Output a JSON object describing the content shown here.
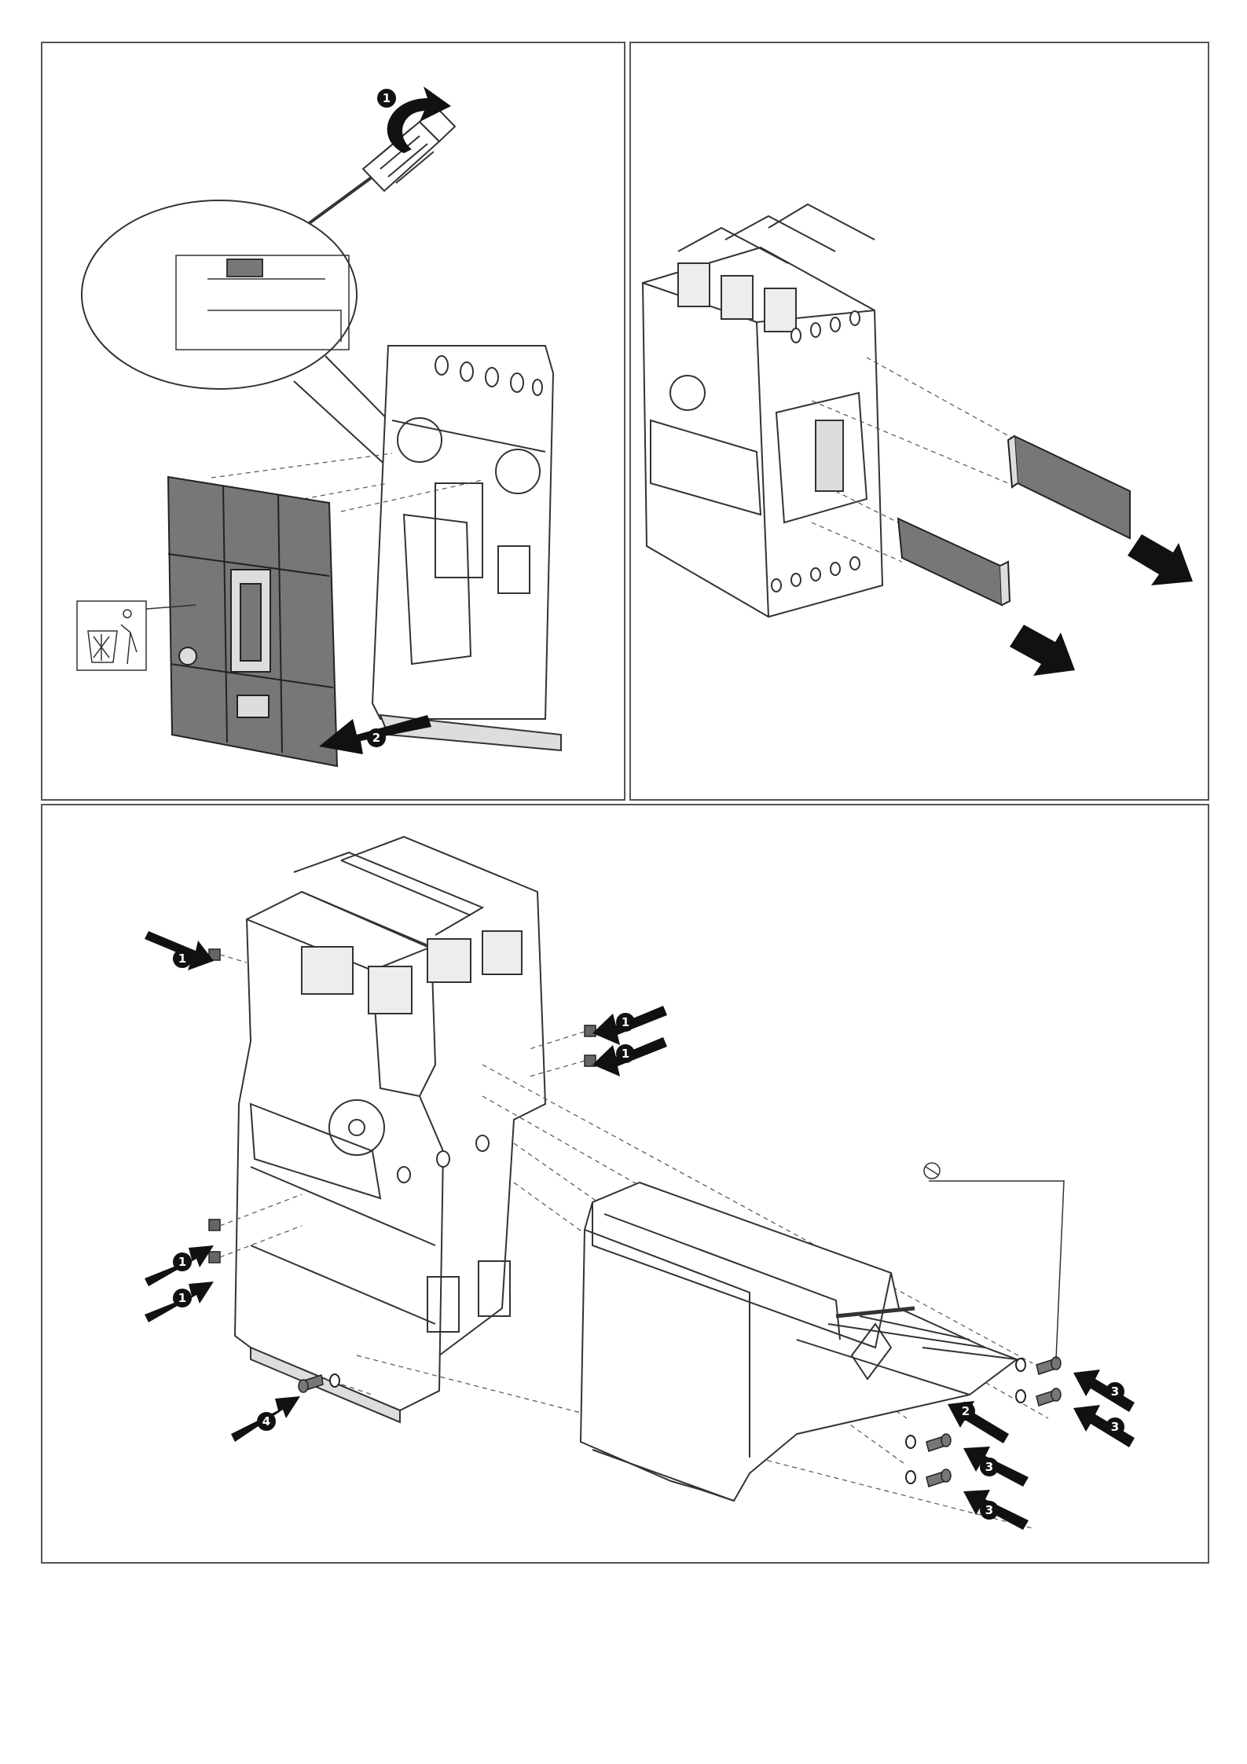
{
  "panels": [
    {
      "id": "remove-front-cover",
      "steps": [
        {
          "number": "1",
          "action": "unscrew"
        },
        {
          "number": "2",
          "action": "pull-off-cover"
        }
      ],
      "icons": [
        "screwdriver-icon",
        "dispose-trash-icon"
      ]
    },
    {
      "id": "remove-terminal-shields",
      "steps": [],
      "icons": []
    },
    {
      "id": "mount-rear-plate",
      "steps": [
        {
          "number": "1",
          "action": "insert-square-nut"
        },
        {
          "number": "2",
          "action": "position-plate"
        },
        {
          "number": "3",
          "action": "insert-screw"
        },
        {
          "number": "4",
          "action": "insert-screw"
        }
      ],
      "icons": [
        "torque-icon"
      ]
    }
  ],
  "colors": {
    "line": "#3a3a3a",
    "shade": "#7a7a7a",
    "light-fill": "#ededed",
    "arrow": "#1a1a1a"
  }
}
